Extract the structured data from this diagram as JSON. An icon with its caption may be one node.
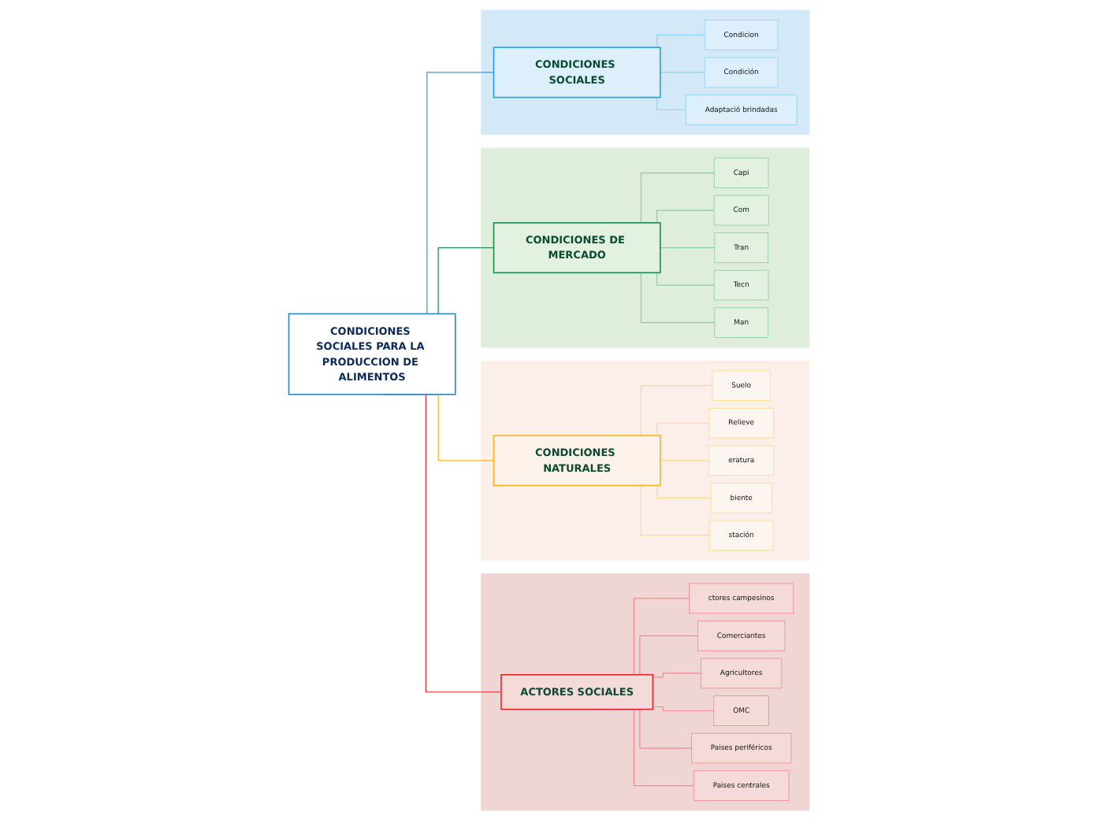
{
  "diagram": {
    "nodes": [
      {
        "text": [
          "CONDICIONES SOCIALES PARA LA PRODUCCION DE ALIMENTOS"
        ]
      },
      {
        "text": [],
        "shape": "box"
      },
      {
        "text": [
          "ACTORES SOCIALES"
        ],
        "in": 1
      },
      {
        "text": [
          "ctores campesinos"
        ],
        "in": 1
      },
      {
        "text": [
          "Comerciantes"
        ],
        "in": 1
      },
      {
        "text": [
          "Agricultores"
        ],
        "in": 1
      },
      {
        "text": [
          "OMC"
        ],
        "in": 1
      },
      {
        "text": [
          "Paises periféricos"
        ],
        "in": 1
      },
      {
        "text": [
          "Paises centrales"
        ],
        "in": 1
      },
      {
        "text": [],
        "shape": "box"
      },
      {
        "text": [
          "CONDICIONES NATURALES"
        ],
        "in": 9
      },
      {
        "text": [
          "Suelo"
        ],
        "in": 9
      },
      {
        "text": [
          "Relieve"
        ],
        "in": 9
      },
      {
        "text": [
          "eratura"
        ],
        "in": 9
      },
      {
        "text": [
          "biente"
        ],
        "in": 9
      },
      {
        "text": [
          "stación"
        ],
        "in": 9
      },
      {
        "text": [],
        "shape": "box"
      },
      {
        "text": [
          "CONDICIONES DE MERCADO"
        ],
        "in": 16
      },
      {
        "text": [
          "Capi"
        ],
        "in": 16
      },
      {
        "text": [
          "Com"
        ],
        "in": 16
      },
      {
        "text": [
          "Tran"
        ],
        "in": 16
      },
      {
        "text": [
          "Tecn"
        ],
        "in": 16
      },
      {
        "text": [
          "Man"
        ],
        "in": 16
      },
      {
        "text": [],
        "shape": "box"
      },
      {
        "text": [
          "CONDICIONES SOCIALES"
        ],
        "in": 23
      },
      {
        "text": [
          "Condicion"
        ],
        "in": 23
      },
      {
        "text": [
          "Condición"
        ],
        "in": 23
      },
      {
        "text": [
          "Adaptació brindadas"
        ],
        "in": 23
      }
    ],
    "edges": [
      {
        "from": 0,
        "to": 2,
        "arrow": "none",
        "color": "#e8262e"
      },
      {
        "from": 2,
        "to": 3,
        "arrow": "none",
        "color": "#f08a8e"
      },
      {
        "from": 2,
        "to": 4,
        "arrow": "none",
        "color": "#f08a8e"
      },
      {
        "from": 2,
        "to": 5,
        "arrow": "none",
        "color": "#f08a8e"
      },
      {
        "from": 2,
        "to": 6,
        "arrow": "none",
        "color": "#f08a8e"
      },
      {
        "from": 2,
        "to": 7,
        "arrow": "none",
        "color": "#f08a8e"
      },
      {
        "from": 2,
        "to": 8,
        "arrow": "none",
        "color": "#f08a8e"
      },
      {
        "from": 0,
        "to": 10,
        "arrow": "none",
        "color": "#f5b41a"
      },
      {
        "from": 10,
        "to": 11,
        "arrow": "none",
        "color": "#fbd98a"
      },
      {
        "from": 10,
        "to": 12,
        "arrow": "none",
        "color": "#fbd98a"
      },
      {
        "from": 10,
        "to": 13,
        "arrow": "none",
        "color": "#fbd98a"
      },
      {
        "from": 10,
        "to": 14,
        "arrow": "none",
        "color": "#fbd98a"
      },
      {
        "from": 10,
        "to": 15,
        "arrow": "none",
        "color": "#fbd98a"
      },
      {
        "from": 0,
        "to": 17,
        "arrow": "none",
        "color": "#1e8c4e"
      },
      {
        "from": 17,
        "to": 18,
        "arrow": "none",
        "color": "#8fcb9f"
      },
      {
        "from": 17,
        "to": 19,
        "arrow": "none",
        "color": "#8fcb9f"
      },
      {
        "from": 17,
        "to": 20,
        "arrow": "none",
        "color": "#8fcb9f"
      },
      {
        "from": 17,
        "to": 21,
        "arrow": "none",
        "color": "#8fcb9f"
      },
      {
        "from": 17,
        "to": 22,
        "arrow": "none",
        "color": "#8fcb9f"
      },
      {
        "from": 0,
        "to": 24,
        "arrow": "none",
        "color": "#2a9de0"
      },
      {
        "from": 24,
        "to": 25,
        "arrow": "none",
        "color": "#8fd0f5"
      },
      {
        "from": 24,
        "to": 26,
        "arrow": "none",
        "color": "#8fd0f5"
      },
      {
        "from": 24,
        "to": 27,
        "arrow": "none",
        "color": "#8fd0f5"
      }
    ]
  }
}
